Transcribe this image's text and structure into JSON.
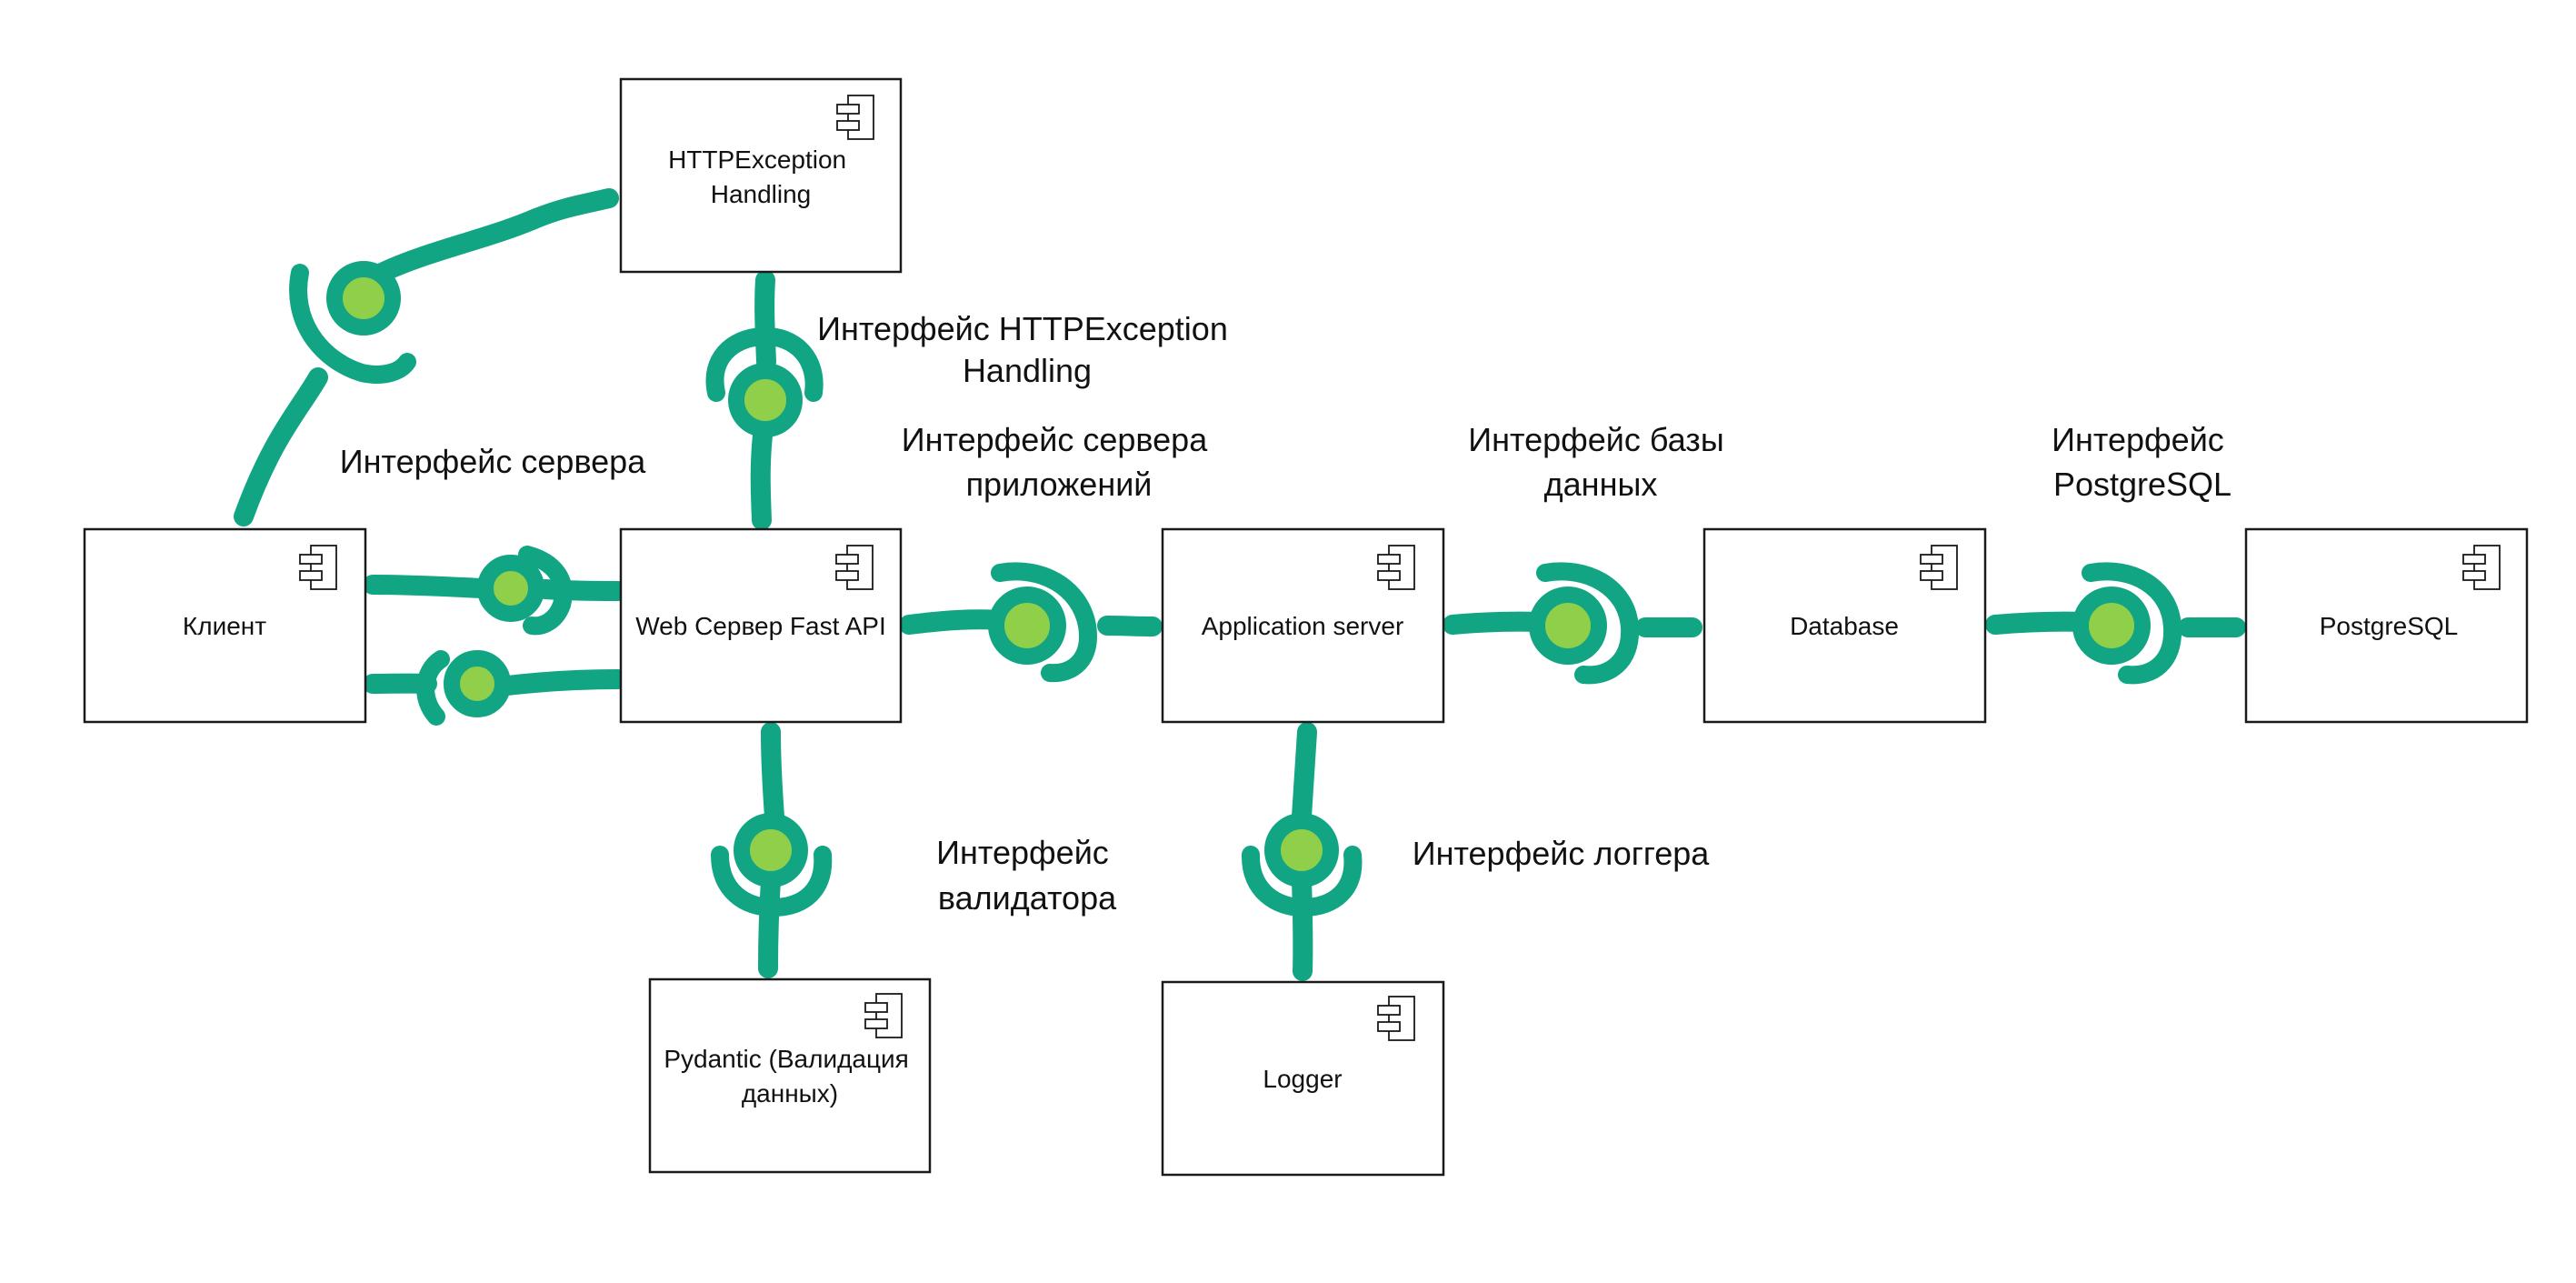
{
  "components": {
    "http_exception": {
      "lines": [
        "HTTPException",
        "Handling"
      ]
    },
    "client": {
      "lines": [
        "Клиент"
      ]
    },
    "web_server": {
      "lines": [
        "Web Сервер Fast API"
      ]
    },
    "app_server": {
      "lines": [
        "Application server"
      ]
    },
    "database": {
      "lines": [
        "Database"
      ]
    },
    "postgresql": {
      "lines": [
        "PostgreSQL"
      ]
    },
    "pydantic": {
      "lines": [
        "Pydantic (Валидация",
        "данных)"
      ]
    },
    "logger": {
      "lines": [
        "Logger"
      ]
    }
  },
  "interfaces": {
    "server": {
      "lines": [
        "Интерфейс сервера"
      ]
    },
    "http_exception": {
      "lines": [
        "Интерфейс HTTPException",
        "Handling"
      ]
    },
    "app_server": {
      "lines": [
        "Интерфейс сервера",
        "приложений"
      ]
    },
    "database": {
      "lines": [
        "Интерфейс базы",
        "данных"
      ]
    },
    "postgresql": {
      "lines": [
        "Интерфейс",
        "PostgreSQL"
      ]
    },
    "validator": {
      "lines": [
        "Интерфейс",
        "валидатора"
      ]
    },
    "logger": {
      "lines": [
        "Интерфейс логгера"
      ]
    }
  },
  "colors": {
    "connector": "#12a584",
    "ball_fill": "#8fcf4a",
    "box_stroke": "#1a1a1a"
  }
}
